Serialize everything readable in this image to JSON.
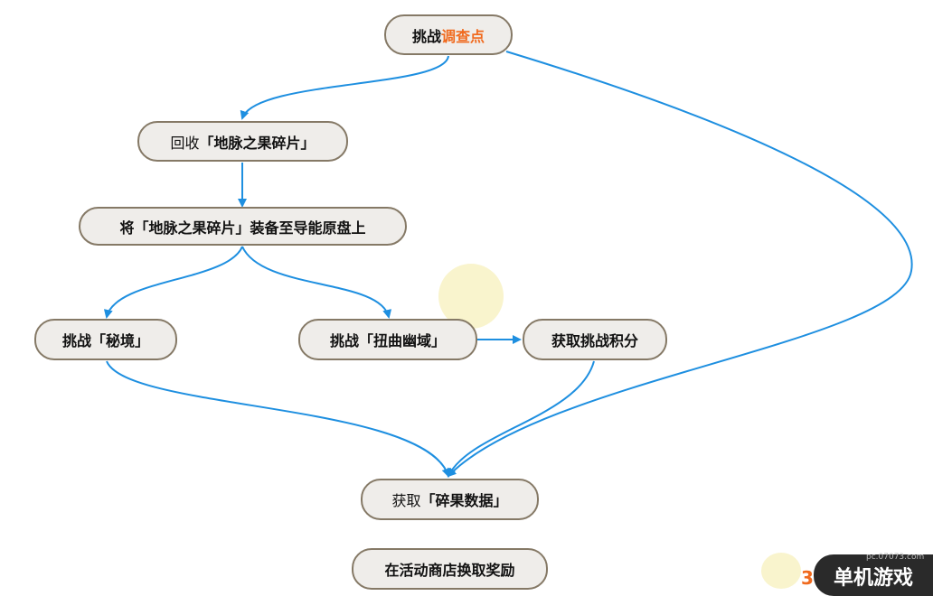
{
  "nodes": {
    "challenge_survey": {
      "prefix": "挑战",
      "highlight": "调查点"
    },
    "recover_fragments": {
      "prefix": "回收",
      "bold": "「地脉之果碎片」"
    },
    "equip_fragments": {
      "label": "将「地脉之果碎片」装备至导能原盘上"
    },
    "challenge_domain": {
      "label": "挑战「秘境」"
    },
    "challenge_abyss": {
      "label": "挑战「扭曲幽域」"
    },
    "get_points": {
      "label": "获取挑战积分"
    },
    "get_data": {
      "prefix": "获取",
      "bold": "「碎果数据」"
    },
    "exchange_rewards": {
      "label": "在活动商店换取奖励"
    }
  },
  "colors": {
    "arrow": "#1e8fe0",
    "highlight": "#f06a1e",
    "node_fill": "#efedea",
    "node_border": "#857966"
  },
  "watermark": {
    "text": "单机游戏",
    "url": "pc.07073.com",
    "digit": "3"
  }
}
